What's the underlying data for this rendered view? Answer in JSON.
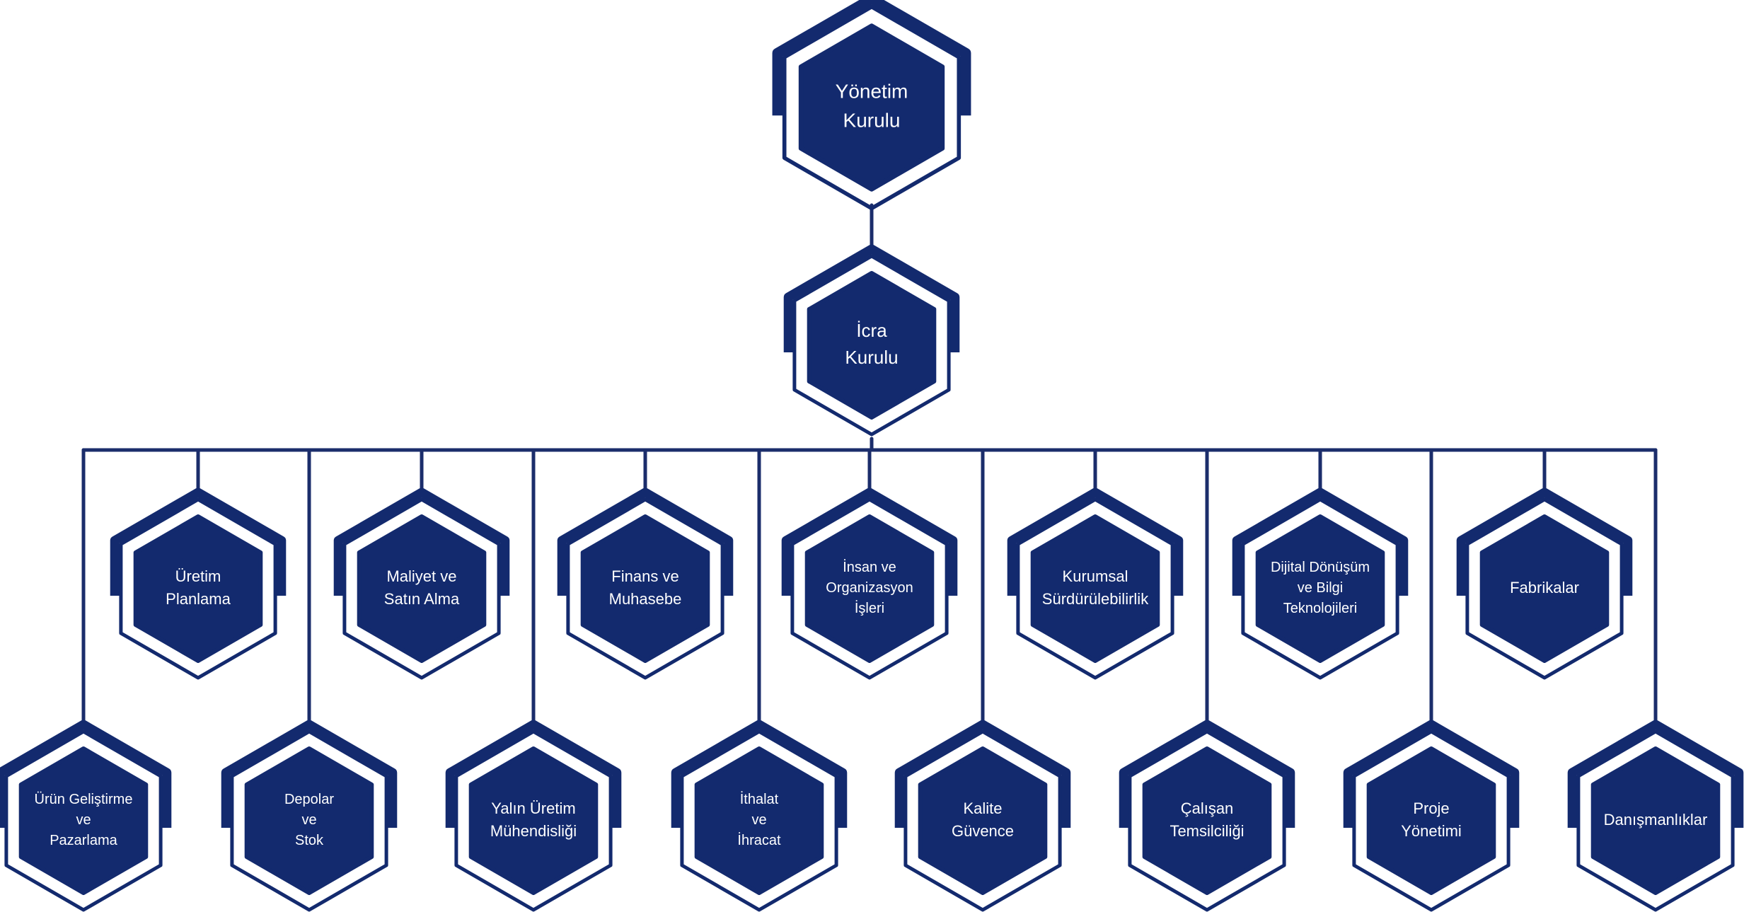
{
  "colors": {
    "navy": "#132a6e",
    "line": "#1b2d6b",
    "text": "#ffffff",
    "background": "#ffffff"
  },
  "nodes": [
    {
      "id": "yonetim-kurulu",
      "level": "board",
      "lines": [
        "Yönetim",
        "Kurulu"
      ]
    },
    {
      "id": "icra-kurulu",
      "level": "executive",
      "lines": [
        "İcra",
        "Kurulu"
      ]
    },
    {
      "id": "uretim-planlama",
      "level": "upper",
      "lines": [
        "Üretim",
        "Planlama"
      ]
    },
    {
      "id": "maliyet-satin-alma",
      "level": "upper",
      "lines": [
        "Maliyet ve",
        "Satın Alma"
      ]
    },
    {
      "id": "finans-muhasebe",
      "level": "upper",
      "lines": [
        "Finans ve",
        "Muhasebe"
      ]
    },
    {
      "id": "insan-organizasyon",
      "level": "upper",
      "lines": [
        "İnsan ve",
        "Organizasyon",
        "İşleri"
      ]
    },
    {
      "id": "kurumsal-surdurulebilirlik",
      "level": "upper",
      "lines": [
        "Kurumsal",
        "Sürdürülebilirlik"
      ]
    },
    {
      "id": "dijital-donusum",
      "level": "upper",
      "lines": [
        "Dijital Dönüşüm",
        "ve Bilgi",
        "Teknolojileri"
      ]
    },
    {
      "id": "fabrikalar",
      "level": "upper",
      "lines": [
        "Fabrikalar"
      ]
    },
    {
      "id": "urun-gelistirme",
      "level": "lower",
      "lines": [
        "Ürün Geliştirme",
        "ve",
        "Pazarlama"
      ]
    },
    {
      "id": "depolar-stok",
      "level": "lower",
      "lines": [
        "Depolar",
        "ve",
        "Stok"
      ]
    },
    {
      "id": "yalin-uretim",
      "level": "lower",
      "lines": [
        "Yalın Üretim",
        "Mühendisliği"
      ]
    },
    {
      "id": "ithalat-ihracat",
      "level": "lower",
      "lines": [
        "İthalat",
        "ve",
        "İhracat"
      ]
    },
    {
      "id": "kalite-guvence",
      "level": "lower",
      "lines": [
        "Kalite",
        "Güvence"
      ]
    },
    {
      "id": "calisan-temsilciligi",
      "level": "lower",
      "lines": [
        "Çalışan",
        "Temsilciliği"
      ]
    },
    {
      "id": "proje-yonetimi",
      "level": "lower",
      "lines": [
        "Proje",
        "Yönetimi"
      ]
    },
    {
      "id": "danismanliklar",
      "level": "lower",
      "lines": [
        "Danışmanlıklar"
      ]
    }
  ]
}
